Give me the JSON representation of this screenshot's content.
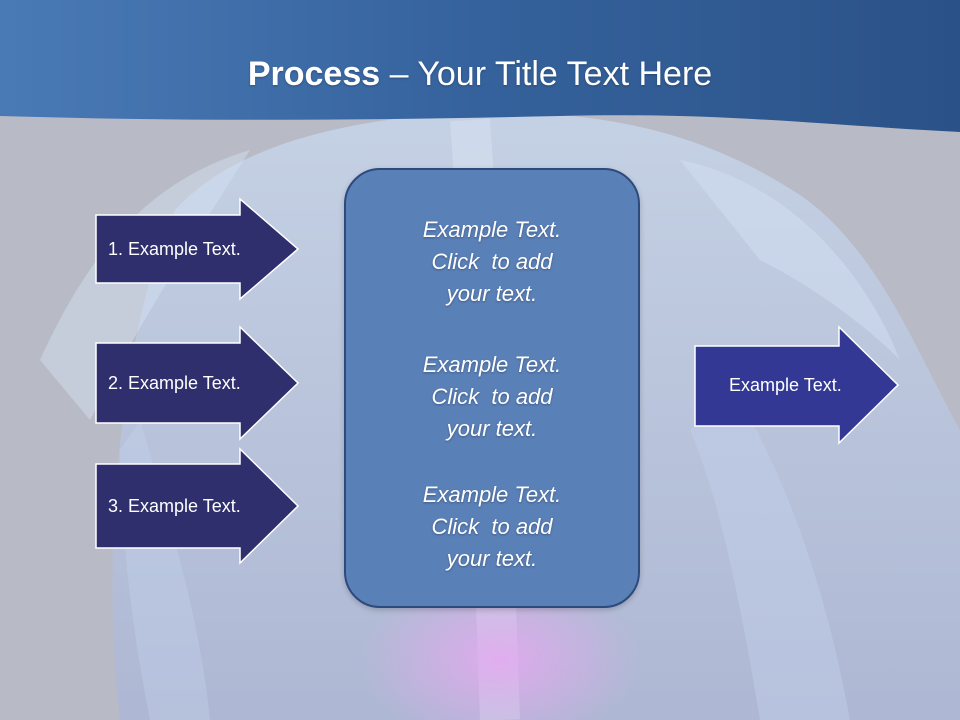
{
  "title": {
    "bold": "Process",
    "rest": " – Your Title Text Here"
  },
  "inputs": [
    {
      "label": "1. Example Text."
    },
    {
      "label": "2. Example Text."
    },
    {
      "label": "3. Example Text."
    }
  ],
  "center_box": {
    "blocks": [
      {
        "lines": [
          "Example Text.",
          "Click  to add",
          "your text."
        ]
      },
      {
        "lines": [
          "Example Text.",
          "Click  to add",
          "your text."
        ]
      },
      {
        "lines": [
          "Example Text.",
          "Click  to add",
          "your text."
        ]
      }
    ]
  },
  "output": {
    "label": "Example Text."
  },
  "colors": {
    "header": "#3a6aa6",
    "input_arrow": "#2f2f6e",
    "output_arrow": "#323894",
    "box_fill": "#5a80b8",
    "box_border": "#2c4a7c"
  }
}
